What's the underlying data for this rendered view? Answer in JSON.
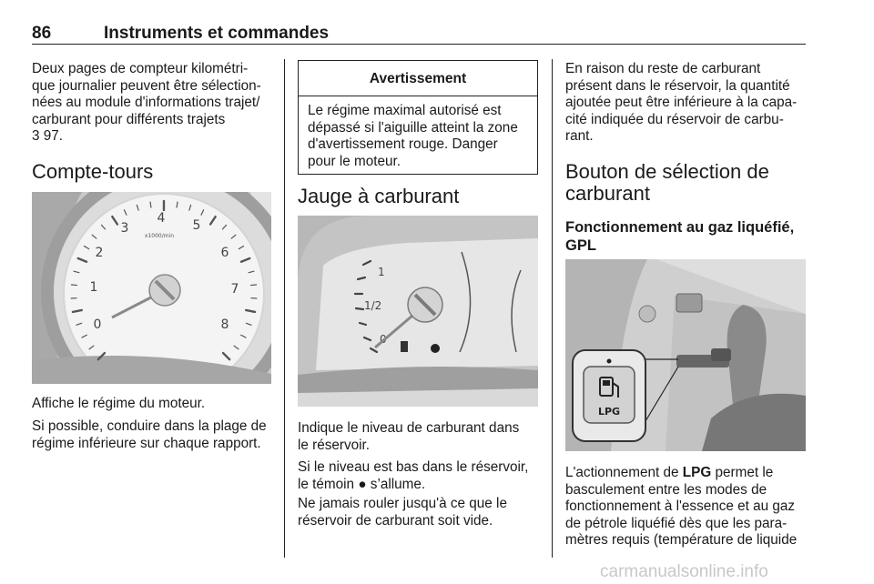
{
  "header": {
    "page_number": "86",
    "title": "Instruments et commandes"
  },
  "col1": {
    "intro_lines": [
      "Deux pages de compteur kilométri-",
      "que journalier peuvent être sélection-",
      "nées au module d'informations trajet/",
      "carburant pour différents trajets"
    ],
    "crossref": "3 97.",
    "heading": "Compte-tours",
    "tacho": {
      "ticks": [
        "0",
        "1",
        "2",
        "3",
        "4",
        "5",
        "6",
        "7",
        "8"
      ],
      "unit": "x1000/min"
    },
    "p1": "Affiche le régime du moteur.",
    "p2_lines": [
      "Si possible, conduire dans la plage de",
      "régime inférieure sur chaque rapport."
    ]
  },
  "col2": {
    "warning": {
      "title": "Avertissement",
      "lines": [
        "Le régime maximal autorisé est",
        "dépassé si l'aiguille atteint la zone",
        "d'avertissement rouge. Danger",
        "pour le moteur."
      ]
    },
    "heading": "Jauge à carburant",
    "gauge": {
      "ticks": [
        "1",
        "1/2",
        "0"
      ]
    },
    "p1_lines": [
      "Indique le niveau de carburant dans",
      "le réservoir."
    ],
    "p2_lines": [
      "Si le niveau est bas dans le réservoir,",
      "le témoin ● s’allume."
    ],
    "p3_lines": [
      "Ne jamais rouler jusqu'à ce que le",
      "réservoir de carburant soit vide."
    ]
  },
  "col3": {
    "intro_lines": [
      "En raison du reste de carburant",
      "présent dans le réservoir, la quantité",
      "ajoutée peut être inférieure à la capa-",
      "cité indiquée du réservoir de carbu-",
      "rant."
    ],
    "heading_lines": [
      "Bouton de sélection de",
      "carburant"
    ],
    "subheading_lines": [
      "Fonctionnement au gaz liquéfié,",
      "GPL"
    ],
    "button_label": "LPG",
    "p_line1_pre": "L'actionnement de ",
    "p_line1_bold": "LPG",
    "p_line1_post": " permet le",
    "p_lines": [
      "basculement entre les modes de",
      "fonctionnement à l'essence et au gaz",
      "de pétrole liquéfié dès que les para-",
      "mètres requis (température de liquide"
    ]
  },
  "watermark": "carmanualsonline.info"
}
